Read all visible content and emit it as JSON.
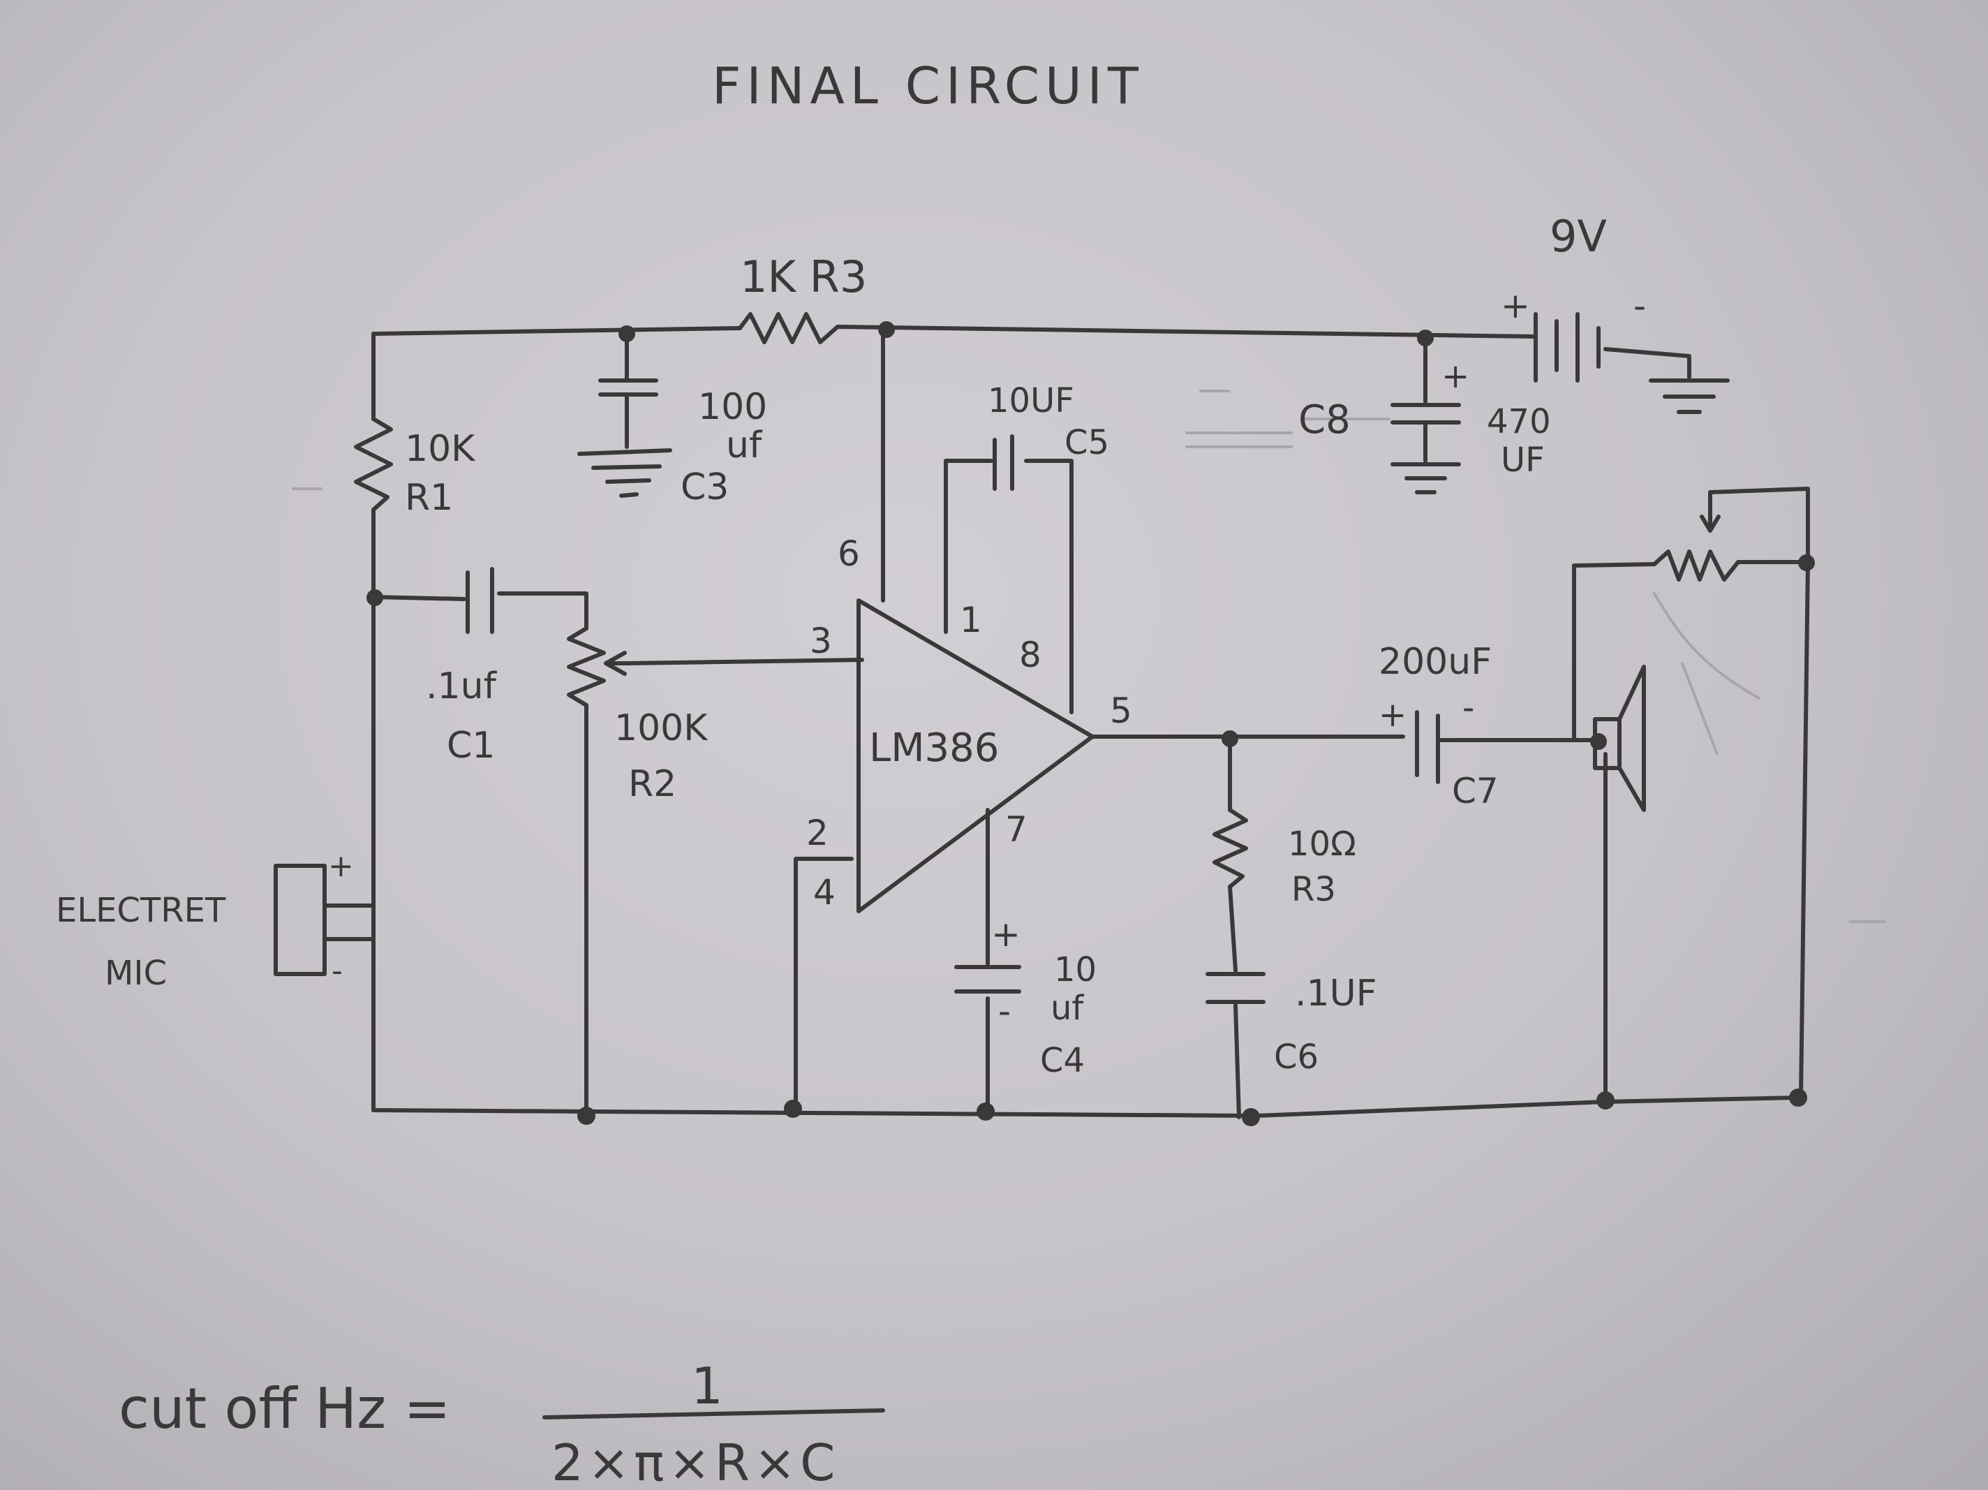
{
  "title": "FINAL CIRCUIT",
  "supply": {
    "voltage": "9V",
    "plus": "+",
    "minus": "-"
  },
  "components": {
    "r3_top": "1K R3",
    "r1_value": "10K",
    "r1_name": "R1",
    "c3_value": "100",
    "c3_unit": "uf",
    "c3_name": "C3",
    "c5_value": "10UF",
    "c5_name": "C5",
    "c8_name": "C8",
    "c8_value": "470",
    "c8_unit": "UF",
    "c8_plus": "+",
    "c1_value": ".1uf",
    "c1_name": "C1",
    "r2_value": "100K",
    "r2_name": "R2",
    "ic_name": "LM386",
    "c7_value": "200uF",
    "c7_name": "C7",
    "c7_plus": "+",
    "c7_minus": "-",
    "r3_out_value": "10Ω",
    "r3_out_name": "R3",
    "c6_value": ".1UF",
    "c6_name": "C6",
    "c4_value": "10",
    "c4_unit": "uf",
    "c4_name": "C4",
    "c4_plus": "+",
    "c4_minus": "-",
    "mic_line1": "ELECTRET",
    "mic_line2": "MIC",
    "mic_plus": "+",
    "mic_minus": "-"
  },
  "pins": {
    "p1": "1",
    "p2": "2",
    "p3": "3",
    "p4": "4",
    "p5": "5",
    "p6": "6",
    "p7": "7",
    "p8": "8"
  },
  "formula": {
    "lhs": "cut off Hz =",
    "numerator": "1",
    "denominator": "2×π×R×C"
  },
  "colors": {
    "ink": "#3a3838",
    "paper": "#c9c6cb"
  }
}
